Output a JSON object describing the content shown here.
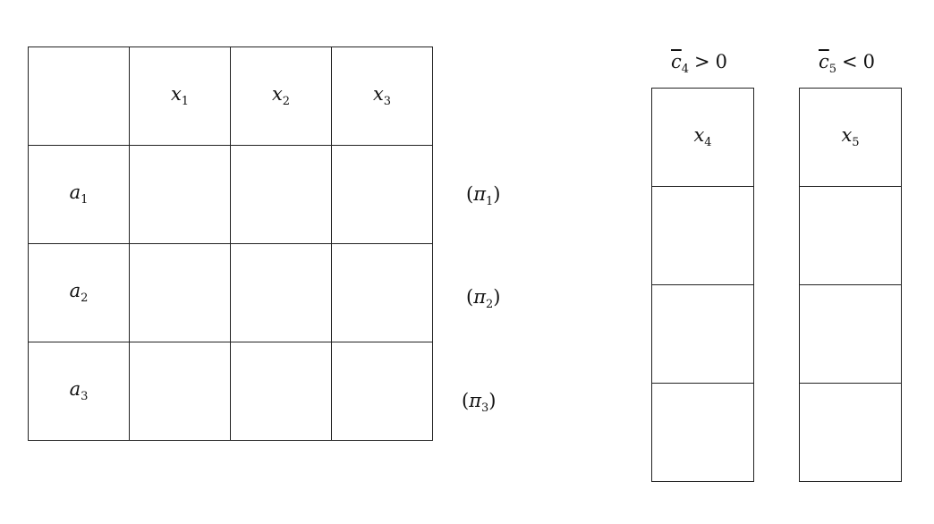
{
  "table": {
    "columns": [
      {
        "base": "x",
        "sub": "1"
      },
      {
        "base": "x",
        "sub": "2"
      },
      {
        "base": "x",
        "sub": "3"
      }
    ],
    "rows": [
      {
        "base": "a",
        "sub": "1"
      },
      {
        "base": "a",
        "sub": "2"
      },
      {
        "base": "a",
        "sub": "3"
      }
    ]
  },
  "duals": [
    {
      "open": "(",
      "base": "π",
      "sub": "1",
      "close": ")"
    },
    {
      "open": "(",
      "base": "π",
      "sub": "2",
      "close": ")"
    },
    {
      "open": "(",
      "base": "π",
      "sub": "3",
      "close": ")"
    }
  ],
  "extra_columns": [
    {
      "header": {
        "base": "x",
        "sub": "5"
      },
      "condition": {
        "base": "c",
        "sub": "5",
        "op": "<",
        "value": "0"
      }
    },
    {
      "header": {
        "base": "x",
        "sub": "4"
      },
      "condition": {
        "base": "c",
        "sub": "4",
        "op": ">",
        "value": "0"
      }
    }
  ]
}
